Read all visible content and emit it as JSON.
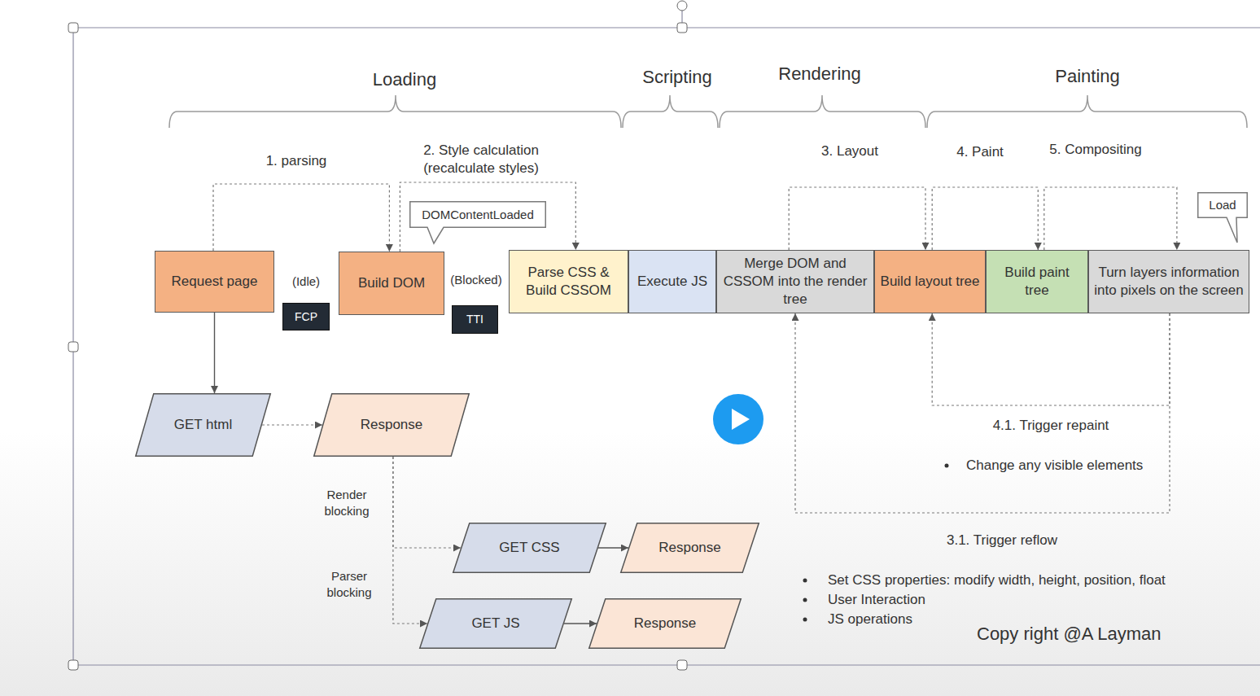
{
  "diagram": {
    "nodes": [
      {
        "text": [
          "Request page"
        ]
      },
      {
        "text": [
          "FCP"
        ]
      },
      {
        "text": [
          "Build DOM"
        ]
      },
      {
        "text": [
          "DOMContentLoaded"
        ]
      },
      {
        "text": [
          "TTI"
        ]
      },
      {
        "text": [
          "Parse CSS & Build CSSOM"
        ]
      },
      {
        "text": [
          "Execute JS"
        ]
      },
      {
        "text": [
          "Merge DOM and CSSOM into the render tree"
        ]
      },
      {
        "text": [
          "Build layout tree"
        ]
      },
      {
        "text": [
          "Build paint tree"
        ]
      },
      {
        "text": [
          "Turn layers information into pixels on the screen"
        ]
      },
      {
        "text": [
          "Load"
        ]
      },
      {
        "text": [
          "GET html"
        ]
      },
      {
        "text": [
          "Response"
        ]
      },
      {
        "text": [
          "GET CSS"
        ]
      },
      {
        "text": [
          "Response"
        ]
      },
      {
        "text": [
          "GET JS"
        ]
      },
      {
        "text": [
          "Response"
        ]
      }
    ],
    "edges": [
      {
        "from": 0,
        "to": 12,
        "arrow": "to"
      },
      {
        "from": 12,
        "to": 13,
        "arrow": "to"
      },
      {
        "from": 13,
        "to": 14,
        "arrow": "to"
      },
      {
        "from": 13,
        "to": 16,
        "arrow": "to"
      },
      {
        "from": 14,
        "to": 15,
        "arrow": "to"
      },
      {
        "from": 16,
        "to": 17,
        "arrow": "to"
      },
      {
        "from": 0,
        "to": 2,
        "label": "1. parsing",
        "arrow": "to"
      },
      {
        "from": 2,
        "to": 5,
        "label": "2. Style calculation (recalculate styles)",
        "arrow": "to"
      },
      {
        "from": 7,
        "to": 8,
        "label": "3. Layout",
        "arrow": "to"
      },
      {
        "from": 8,
        "to": 9,
        "label": "4. Paint",
        "arrow": "to"
      },
      {
        "from": 9,
        "to": 10,
        "label": "5. Compositing",
        "arrow": "to"
      },
      {
        "from": 10,
        "to": 8,
        "label": "4.1. Trigger repaint",
        "arrow": "to"
      },
      {
        "from": 10,
        "to": 7,
        "label": "3.1. Trigger reflow",
        "arrow": "to"
      }
    ],
    "labels": [
      "Loading",
      "Scripting",
      "Rendering",
      "Painting",
      "(Idle)",
      "(Blocked)",
      "Render blocking",
      "Parser blocking",
      "Change any visible elements",
      "Set CSS properties: modify width, height, position, float",
      "User Interaction",
      "JS operations",
      "Copy right @A Layman"
    ]
  }
}
